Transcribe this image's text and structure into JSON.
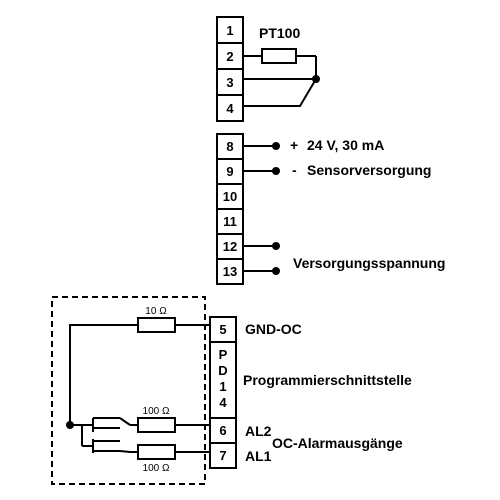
{
  "terminal_block_top": {
    "terminals": [
      "1",
      "2",
      "3",
      "4"
    ],
    "sensor_label": "PT100"
  },
  "terminal_block_mid": {
    "terminals": [
      "8",
      "9",
      "10",
      "11",
      "12",
      "13"
    ],
    "plus_sign": "+",
    "minus_sign": "-",
    "supply_rating": "24 V, 30 mA",
    "sensor_supply_label": "Sensorversorgung",
    "supply_voltage_label": "Versorgungsspannung"
  },
  "terminal_block_bottom": {
    "terminal_5": "5",
    "pd14_letters": [
      "P",
      "D",
      "1",
      "4"
    ],
    "terminal_6": "6",
    "terminal_7": "7",
    "gnd_label": "GND-OC",
    "programming_label": "Programmierschnittstelle",
    "al2_label": "AL2",
    "al1_label": "AL1",
    "alarm_outputs_label": "OC-Alarmausgänge",
    "resistor_gnd_label": "10 Ω",
    "resistor_al2_label": "100 Ω",
    "resistor_al1_label": "100 Ω"
  }
}
